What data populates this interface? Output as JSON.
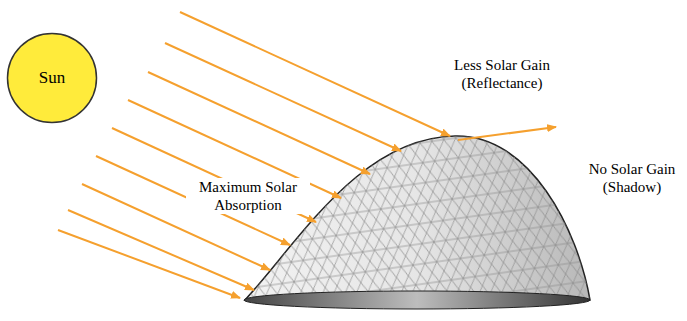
{
  "diagram": {
    "nodes": [
      {
        "text": [
          "Sun"
        ]
      }
    ],
    "labels": [
      "Less Solar Gain (Reflectance)",
      "Maximum Solar Absorption",
      "No Solar Gain (Shadow)"
    ]
  }
}
